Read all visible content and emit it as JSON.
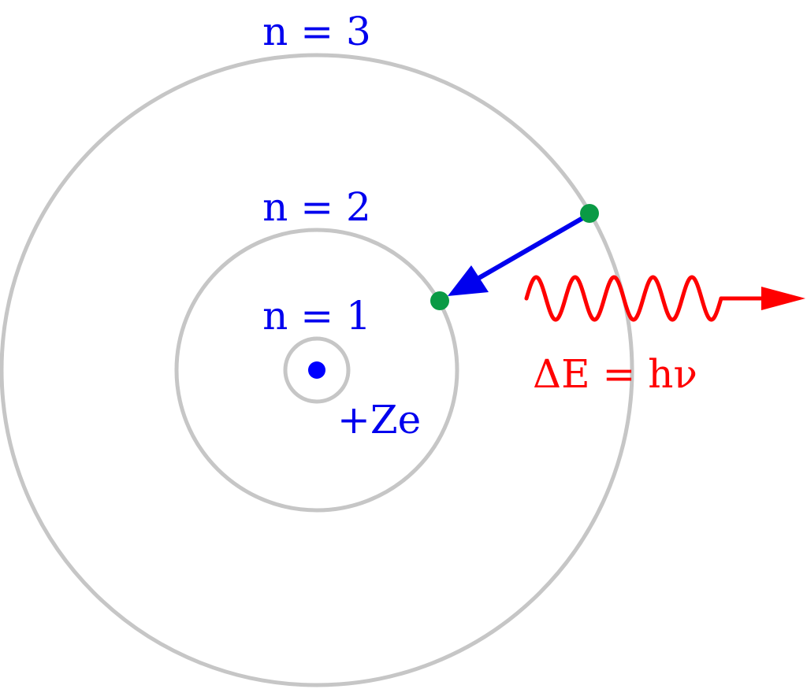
{
  "orbits": [
    {
      "label": "n = 1"
    },
    {
      "label": "n = 2"
    },
    {
      "label": "n = 3"
    }
  ],
  "nucleus": {
    "label": "+Ze"
  },
  "photon": {
    "formula": "ΔE = hν"
  },
  "colors": {
    "orbit": "#c6c6c6",
    "label": "#0000ee",
    "nucleus": "#0000ff",
    "electron": "#0a9a45",
    "transition": "#0000ee",
    "photon": "#ff0000"
  }
}
